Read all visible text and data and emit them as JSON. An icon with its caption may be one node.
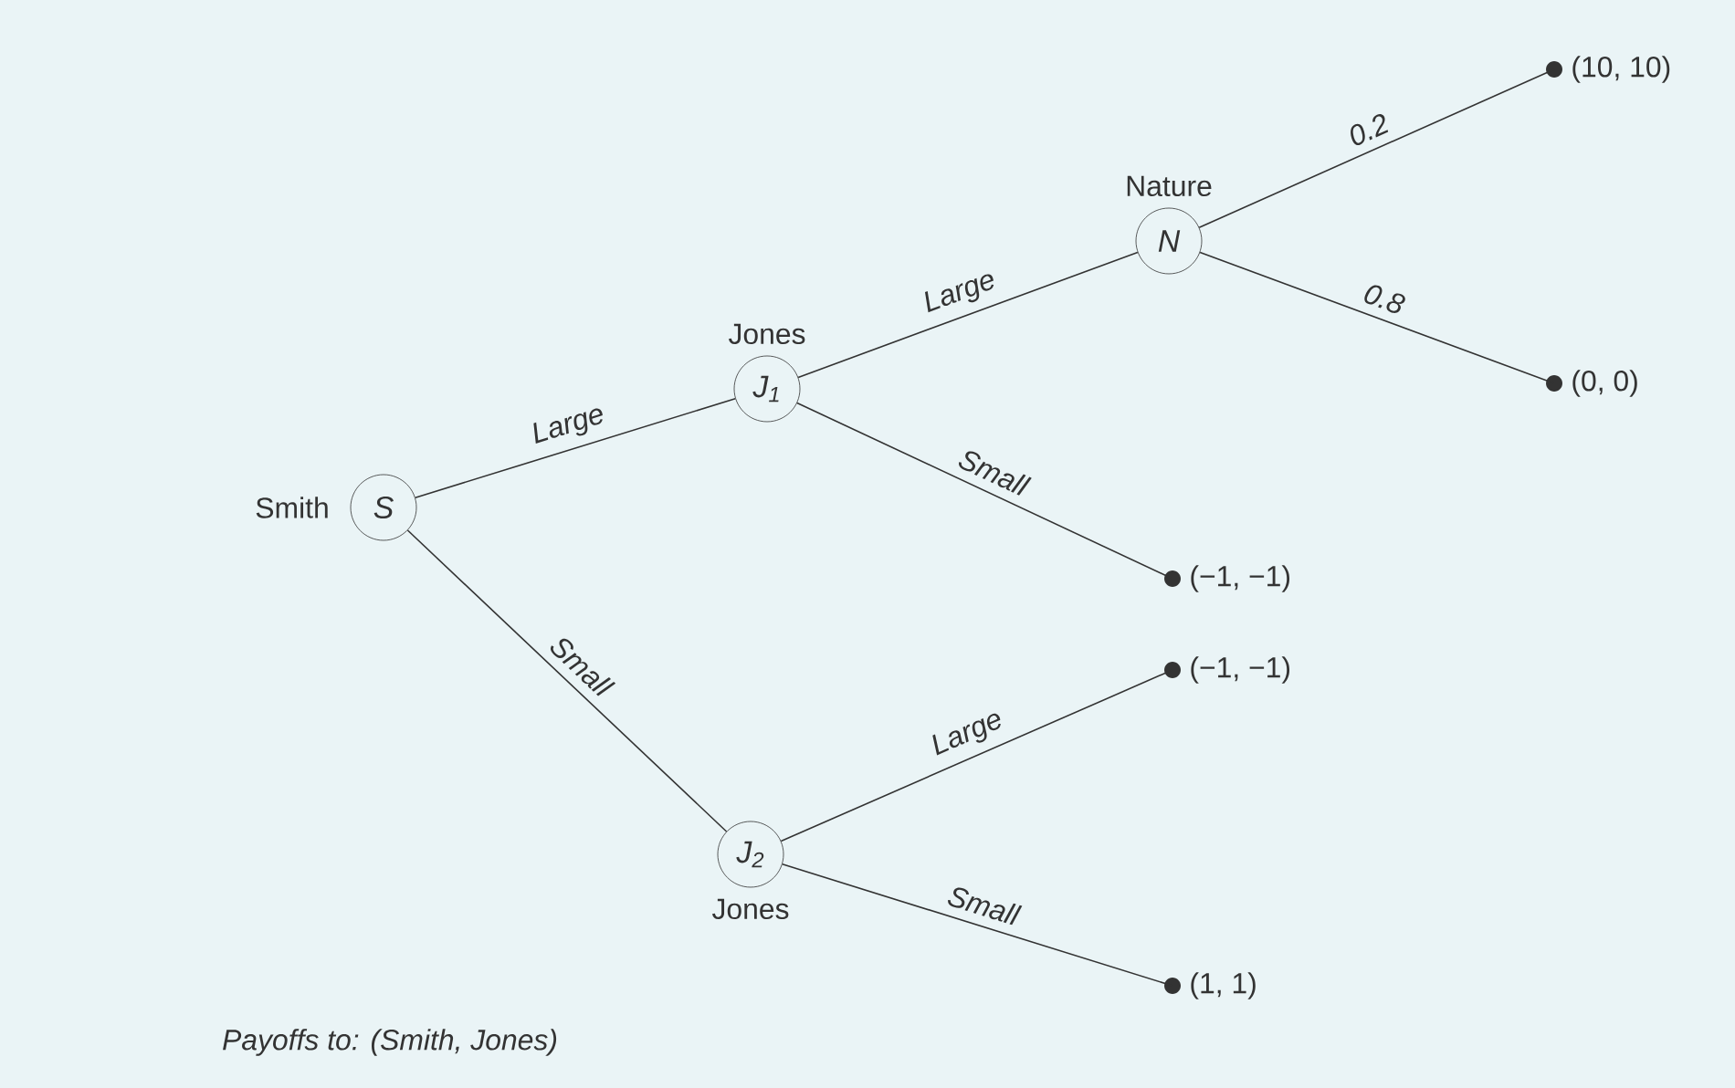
{
  "diagram": {
    "nodes": [
      {
        "text": [
          "S"
        ],
        "beside": [
          "Smith"
        ]
      },
      {
        "text": [
          "J$_{1}$"
        ],
        "beside": [
          "Jones"
        ]
      },
      {
        "text": [
          "N"
        ],
        "beside": [
          "Nature"
        ]
      },
      {
        "text": [
          "(10, 10)"
        ]
      },
      {
        "text": [
          "(0, 0)"
        ]
      },
      {
        "text": [
          "(−1, −1)"
        ]
      },
      {
        "text": [
          "J$_{2}$"
        ],
        "beside": [
          "Jones"
        ]
      },
      {
        "text": [
          "(−1, −1)"
        ]
      },
      {
        "text": [
          "(1, 1)"
        ]
      }
    ],
    "edges": [
      {
        "from": 0,
        "to": 1,
        "arrow": "none",
        "label": "Large"
      },
      {
        "from": 1,
        "to": 2,
        "arrow": "none",
        "label": "Large"
      },
      {
        "from": 2,
        "to": 3,
        "arrow": "none",
        "label": "0.2"
      },
      {
        "from": 2,
        "to": 4,
        "arrow": "none",
        "label": "0.8"
      },
      {
        "from": 1,
        "to": 5,
        "arrow": "none",
        "label": "Small"
      },
      {
        "from": 0,
        "to": 6,
        "arrow": "none",
        "label": "Small"
      },
      {
        "from": 6,
        "to": 7,
        "arrow": "none",
        "label": "Large"
      },
      {
        "from": 6,
        "to": 8,
        "arrow": "none",
        "label": "Small"
      }
    ],
    "labels": [
      "Payoffs to: (Smith, Jones)"
    ]
  }
}
